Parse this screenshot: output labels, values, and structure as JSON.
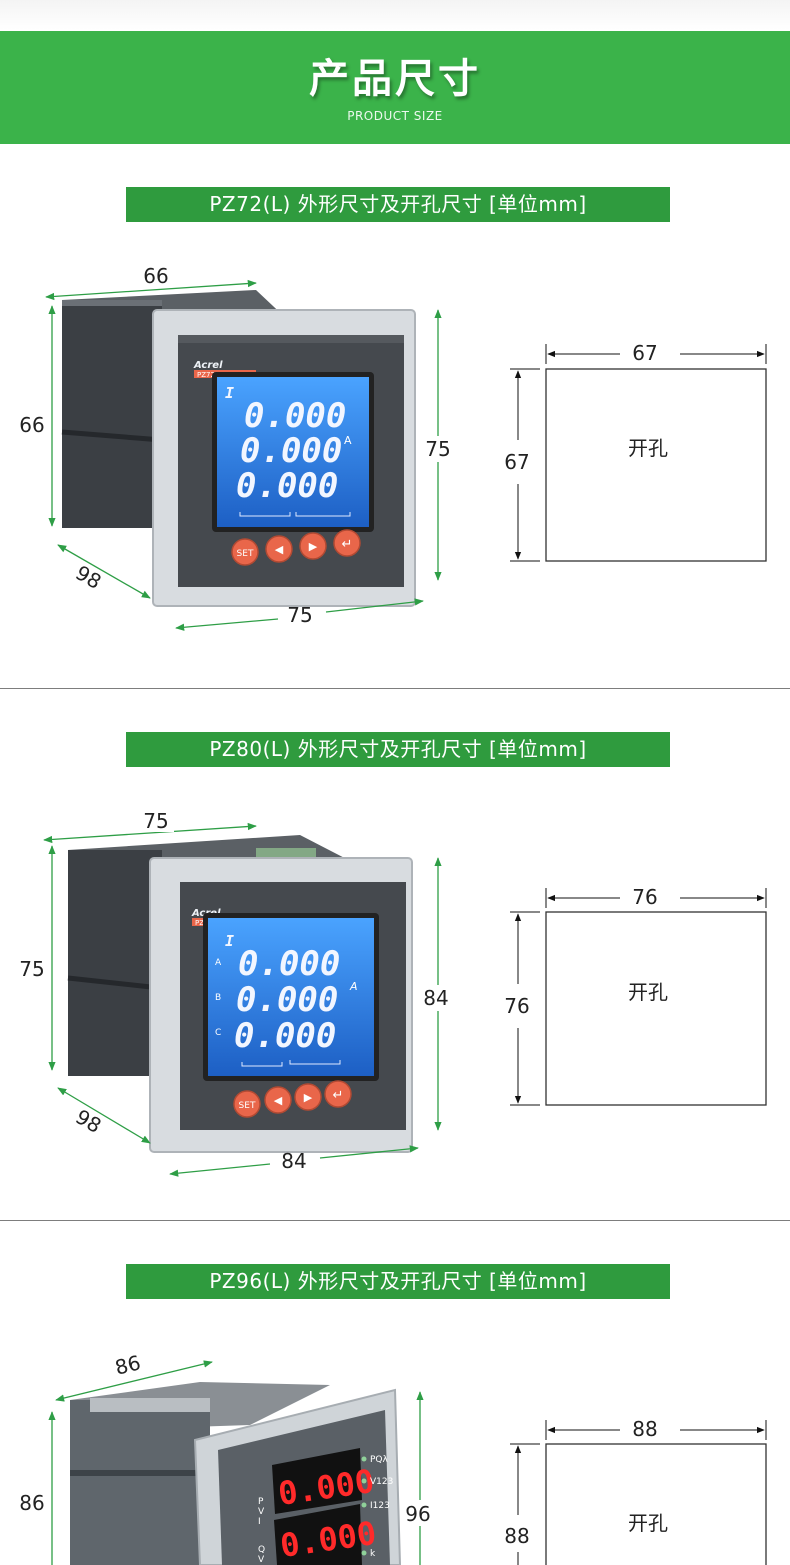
{
  "banner": {
    "title": "产品尺寸",
    "subtitle": "PRODUCT SIZE"
  },
  "brand": "Acrel",
  "sections": [
    {
      "heading": "PZ72(L) 外形尺寸及开孔尺寸   [单位mm]",
      "model_tag": "PZ72L",
      "body_width": "66",
      "body_height": "66",
      "depth": "98",
      "panel_height": "75",
      "panel_width": "75",
      "cutout_width": "67",
      "cutout_height": "67",
      "cutout_label": "开孔",
      "display": {
        "symbol": "I",
        "unit": "A",
        "rows": [
          "0.000",
          "0.000",
          "0.000"
        ],
        "phases": []
      },
      "keys": [
        "SET",
        "◀",
        "▶",
        "↵"
      ]
    },
    {
      "heading": "PZ80(L) 外形尺寸及开孔尺寸   [单位mm]",
      "model_tag": "PZ80L",
      "body_width": "75",
      "body_height": "75",
      "depth": "98",
      "panel_height": "84",
      "panel_width": "84",
      "cutout_width": "76",
      "cutout_height": "76",
      "cutout_label": "开孔",
      "display": {
        "symbol": "I",
        "unit": "A",
        "rows": [
          "0.000",
          "0.000",
          "0.000"
        ],
        "phases": [
          "A",
          "B",
          "C"
        ]
      },
      "keys": [
        "SET",
        "◀",
        "▶",
        "↵"
      ]
    },
    {
      "heading": "PZ96(L) 外形尺寸及开孔尺寸   [单位mm]",
      "body_width": "86",
      "body_height": "86",
      "panel_height": "96",
      "cutout_width": "88",
      "cutout_height": "88",
      "cutout_label": "开孔",
      "display": {
        "rows": [
          "0.000",
          "0.000"
        ],
        "right_labels": [
          "PQλ",
          "V123",
          "I123",
          "k"
        ],
        "left_labels": [
          "P",
          "V",
          "I",
          "Q",
          "V"
        ]
      }
    }
  ],
  "colors": {
    "banner": "#3bb34a",
    "label_bar": "#2f9b3e",
    "arrow": "#2e9e46",
    "lcd": "#2f7fe0",
    "key": "#e9664a"
  }
}
